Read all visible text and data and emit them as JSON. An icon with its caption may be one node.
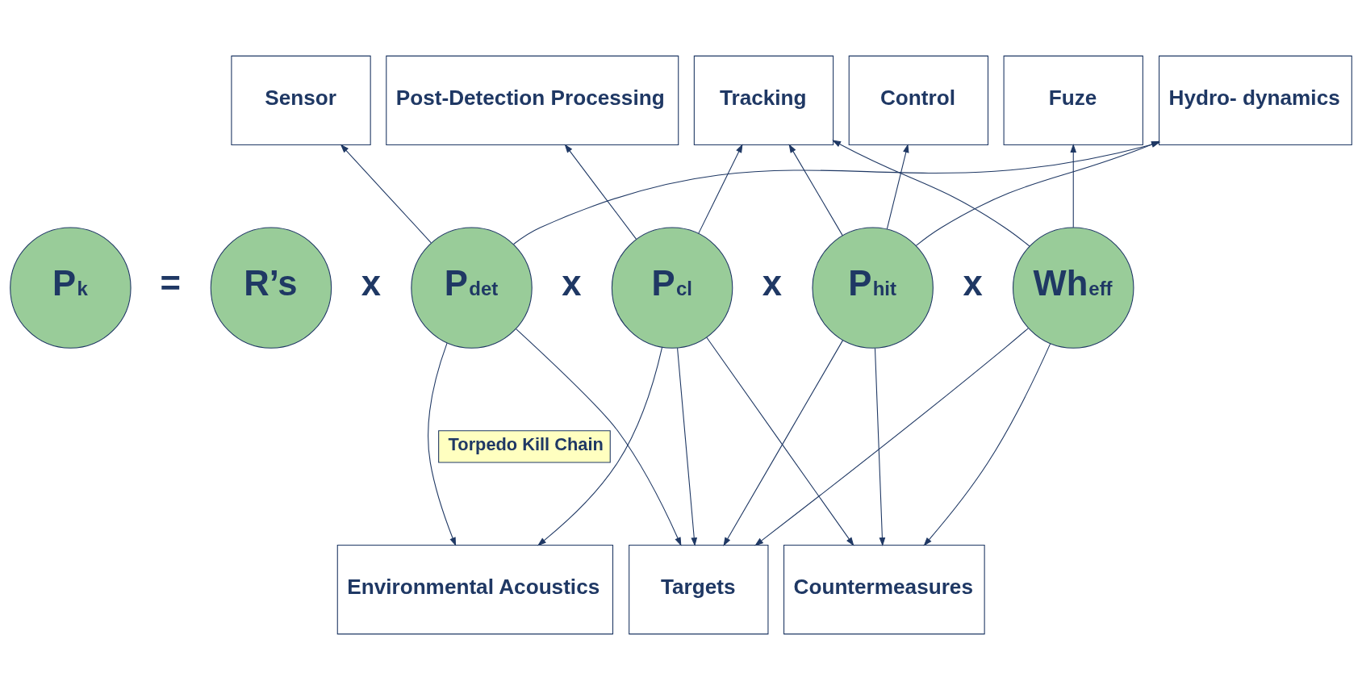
{
  "diagram": {
    "nodes": [
      {
        "text": [
          "Sensor"
        ]
      },
      {
        "text": [
          "Post-Detection Processing"
        ]
      },
      {
        "text": [
          "Tracking"
        ]
      },
      {
        "text": [
          "Control"
        ]
      },
      {
        "text": [
          "Fuze"
        ]
      },
      {
        "text": [
          "Hydro- dynamics"
        ]
      },
      {
        "text": [
          "P$_{k}$"
        ]
      },
      {
        "text": [
          "R’s"
        ]
      },
      {
        "text": [
          "P$_{det}$"
        ]
      },
      {
        "text": [
          "P$_{cl}$"
        ]
      },
      {
        "text": [
          "P$_{hit}$"
        ]
      },
      {
        "text": [
          "Wh$_{eff}$"
        ]
      },
      {
        "text": [
          "Torpedo Kill Chain"
        ]
      },
      {
        "text": [
          "Environmental Acoustics"
        ]
      },
      {
        "text": [
          "Targets"
        ]
      },
      {
        "text": [
          "Countermeasures"
        ]
      }
    ],
    "edges": [
      {
        "from": 8,
        "to": 0,
        "arrow": "to"
      },
      {
        "from": 9,
        "to": 1,
        "arrow": "to"
      },
      {
        "from": 9,
        "to": 2,
        "arrow": "to"
      },
      {
        "from": 10,
        "to": 2,
        "arrow": "to"
      },
      {
        "from": 11,
        "to": 2,
        "arrow": "to"
      },
      {
        "from": 10,
        "to": 3,
        "arrow": "to"
      },
      {
        "from": 11,
        "to": 4,
        "arrow": "to"
      },
      {
        "from": 8,
        "to": 5,
        "arrow": "to"
      },
      {
        "from": 10,
        "to": 5,
        "arrow": "to"
      },
      {
        "from": 8,
        "to": 13,
        "arrow": "to"
      },
      {
        "from": 9,
        "to": 13,
        "arrow": "to"
      },
      {
        "from": 8,
        "to": 14,
        "arrow": "to"
      },
      {
        "from": 9,
        "to": 14,
        "arrow": "to"
      },
      {
        "from": 10,
        "to": 14,
        "arrow": "to"
      },
      {
        "from": 11,
        "to": 14,
        "arrow": "to"
      },
      {
        "from": 9,
        "to": 15,
        "arrow": "to"
      },
      {
        "from": 10,
        "to": 15,
        "arrow": "to"
      },
      {
        "from": 11,
        "to": 15,
        "arrow": "to"
      }
    ],
    "labels": [
      "=",
      "x",
      "x",
      "x",
      "x"
    ]
  }
}
